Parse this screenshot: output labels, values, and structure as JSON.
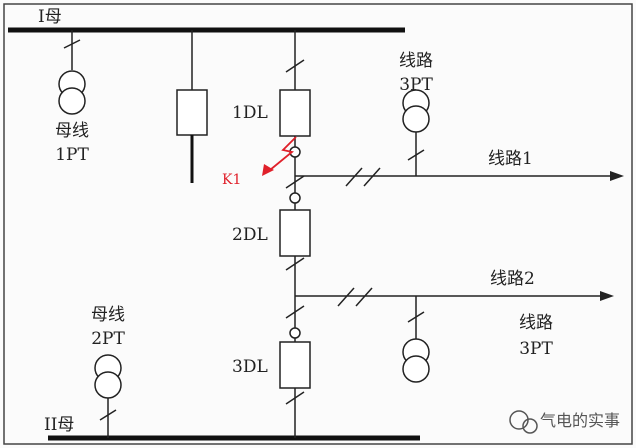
{
  "labels": {
    "bus1": "I母",
    "bus2": "II母",
    "pt1_top": "母线",
    "pt1_bottom": "1PT",
    "pt2_top": "母线",
    "pt2_bottom": "2PT",
    "pt3_top": "线路",
    "pt3_bottom": "3PT",
    "pt4_top": "线路",
    "pt4_bottom": "3PT",
    "dl1": "1DL",
    "dl2": "2DL",
    "dl3": "3DL",
    "line1": "线路1",
    "line2": "线路2",
    "fault": "K1"
  },
  "watermark": {
    "text": "气电的实事"
  },
  "colors": {
    "line": "#222222",
    "fault": "#e0202a",
    "background": "#fbfbfb"
  }
}
